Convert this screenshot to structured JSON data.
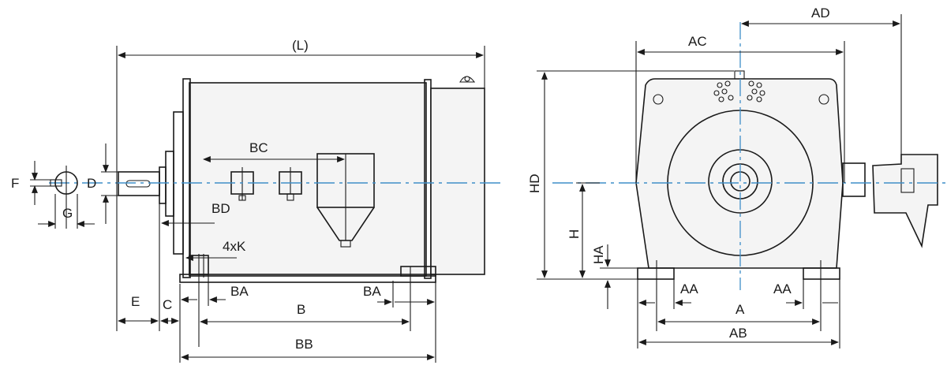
{
  "labels": {
    "L": "(L)",
    "BC": "BC",
    "BD": "BD",
    "K": "4xK",
    "F": "F",
    "G": "G",
    "D": "D",
    "E": "E",
    "C": "C",
    "BA1": "BA",
    "BA2": "BA",
    "B": "B",
    "BB": "BB",
    "AC": "AC",
    "AD": "AD",
    "HD": "HD",
    "H": "H",
    "HA": "HA",
    "AA1": "AA",
    "AA2": "AA",
    "A": "A",
    "AB": "AB"
  },
  "colors": {
    "line": "#1a1a1a",
    "centerline": "#3f8fc8"
  }
}
